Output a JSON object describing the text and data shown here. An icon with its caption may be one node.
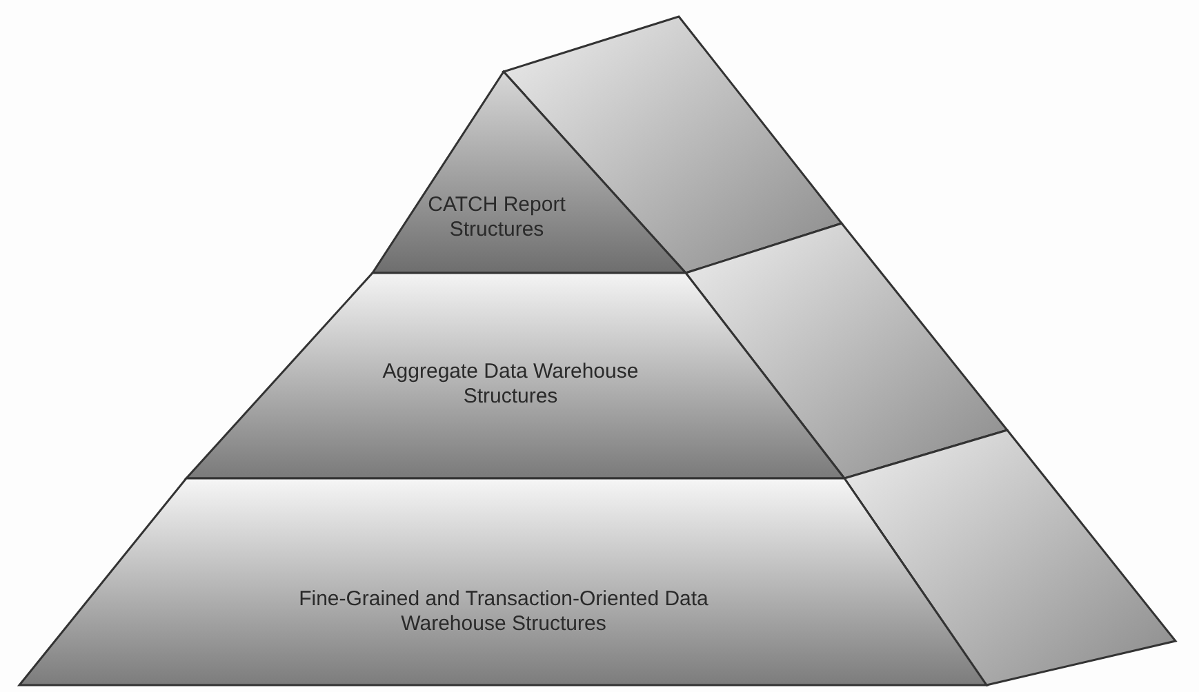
{
  "diagram": {
    "nodes": [
      {
        "text": [
          "CATCH Report Structures"
        ]
      },
      {
        "text": [
          "Aggregate Data Warehouse Structures"
        ]
      },
      {
        "text": [
          "Fine-Grained and Transaction-Oriented Data Warehouse Structures"
        ]
      }
    ]
  }
}
